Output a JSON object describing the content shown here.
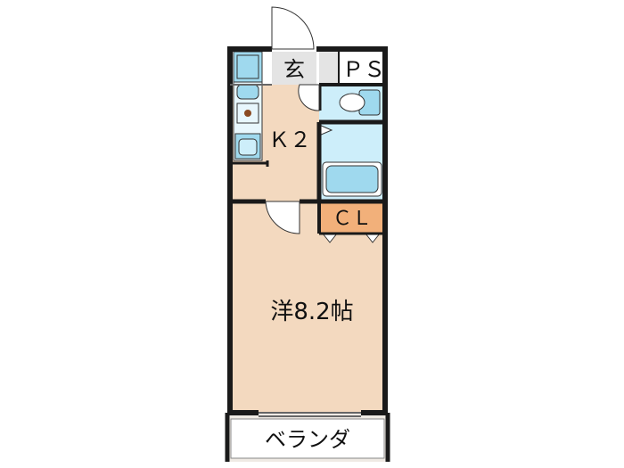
{
  "floorplan": {
    "labels": {
      "entrance": "玄",
      "pipe_space": "ＰＳ",
      "kitchen": "Ｋ２",
      "closet": "ＣＬ",
      "western_room": "洋8.2帖",
      "balcony": "ベランダ"
    },
    "colors": {
      "wall": "#1a1a1a",
      "room_floor": "#f3d9bf",
      "wet_area": "#cdeefa",
      "fixture_blue": "#9fd9ee",
      "closet": "#f2b07a",
      "entrance": "#e4e4e4",
      "balcony": "#efeae4",
      "background": "#ffffff"
    },
    "icons": [
      "door-swing-icon",
      "toilet-icon",
      "bathtub-icon",
      "sink-icon",
      "stove-icon",
      "refrigerator-icon",
      "washer-icon"
    ]
  }
}
